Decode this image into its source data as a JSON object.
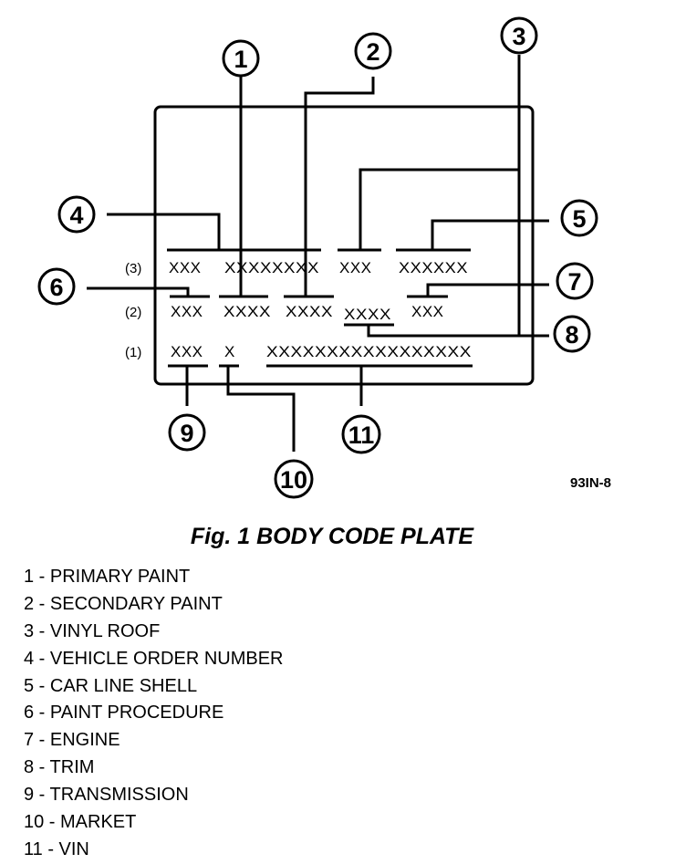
{
  "figure": {
    "caption": "Fig. 1 BODY CODE PLATE",
    "reference_code": "93IN-8"
  },
  "plate": {
    "rows": [
      {
        "label": "(3)",
        "codes": [
          "XXX",
          "XXXXXXXX",
          "XXX",
          "XXXXXX"
        ]
      },
      {
        "label": "(2)",
        "codes": [
          "XXX",
          "XXXX",
          "XXXX",
          "XXXX",
          "XXX"
        ]
      },
      {
        "label": "(1)",
        "codes": [
          "XXX",
          "X",
          "XXXXXXXXXXXXXXXXX"
        ]
      }
    ]
  },
  "callouts": [
    "1",
    "2",
    "3",
    "4",
    "5",
    "6",
    "7",
    "8",
    "9",
    "10",
    "11"
  ],
  "legend": [
    "1 - PRIMARY PAINT",
    "2 - SECONDARY PAINT",
    "3 - VINYL ROOF",
    "4 - VEHICLE ORDER NUMBER",
    "5 - CAR LINE SHELL",
    "6 - PAINT PROCEDURE",
    "7 - ENGINE",
    "8 - TRIM",
    "9 - TRANSMISSION",
    "10 - MARKET",
    "11 - VIN"
  ]
}
